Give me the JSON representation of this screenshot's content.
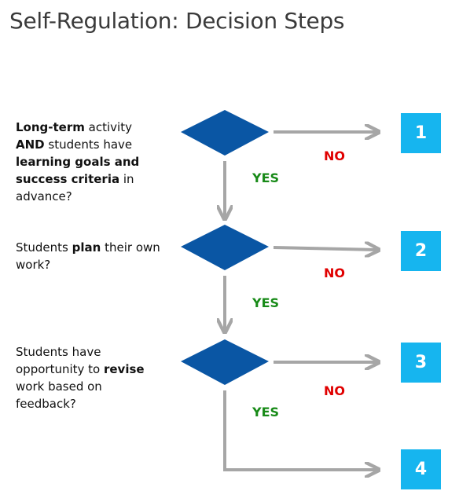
{
  "title": "Self-Regulation: Decision Steps",
  "questions": [
    {
      "parts": [
        {
          "text": "Long-term",
          "bold": true
        },
        {
          "text": " activity ",
          "bold": false
        },
        {
          "text": "AND",
          "bold": true
        },
        {
          "text": " students have ",
          "bold": false
        },
        {
          "text": "learning goals and success criteria",
          "bold": true
        },
        {
          "text": " in advance?",
          "bold": false
        }
      ]
    },
    {
      "parts": [
        {
          "text": "Students ",
          "bold": false
        },
        {
          "text": "plan",
          "bold": true
        },
        {
          "text": " their own work?",
          "bold": false
        }
      ]
    },
    {
      "parts": [
        {
          "text": "Students have opportunity to ",
          "bold": false
        },
        {
          "text": "revise",
          "bold": true
        },
        {
          "text": " work based on feedback?",
          "bold": false
        }
      ]
    }
  ],
  "labels": {
    "no": "NO",
    "yes": "YES"
  },
  "outcomes": [
    "1",
    "2",
    "3",
    "4"
  ],
  "colors": {
    "diamond": "#0a56a4",
    "arrow": "#a6a6a6",
    "outcome_box": "#16b5ef",
    "no": "#e00000",
    "yes": "#178a17"
  }
}
